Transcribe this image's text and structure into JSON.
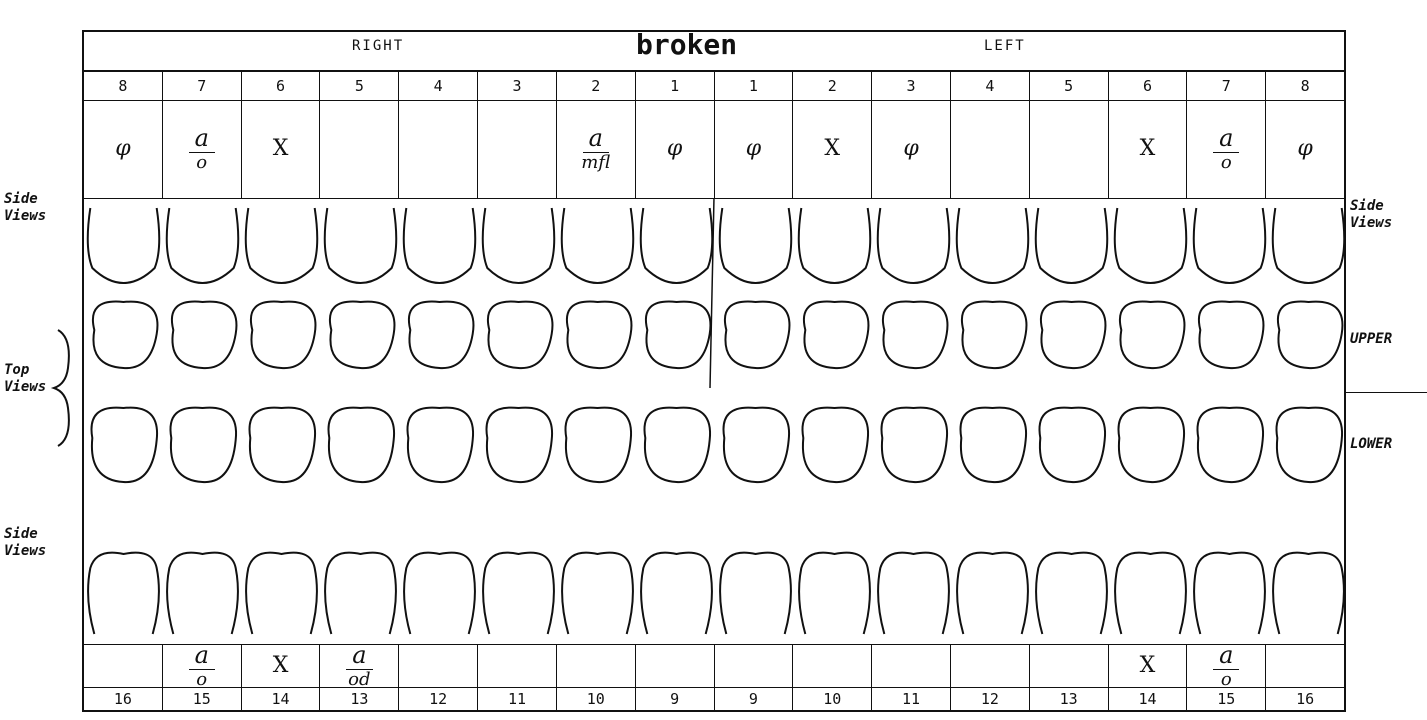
{
  "header": {
    "right_label": "RIGHT",
    "title": "broken",
    "left_label": "LEFT"
  },
  "upper_numbers": [
    "8",
    "7",
    "6",
    "5",
    "4",
    "3",
    "2",
    "1",
    "1",
    "2",
    "3",
    "4",
    "5",
    "6",
    "7",
    "8"
  ],
  "upper_marks": [
    {
      "type": "text",
      "value": "𝜑"
    },
    {
      "type": "frac",
      "top": "a",
      "bottom": "o"
    },
    {
      "type": "text",
      "value": "X"
    },
    {
      "type": "empty"
    },
    {
      "type": "empty"
    },
    {
      "type": "empty"
    },
    {
      "type": "frac",
      "top": "a",
      "bottom": "mfl"
    },
    {
      "type": "text",
      "value": "𝜑"
    },
    {
      "type": "text",
      "value": "𝜑"
    },
    {
      "type": "text",
      "value": "X"
    },
    {
      "type": "text",
      "value": "𝜑"
    },
    {
      "type": "empty"
    },
    {
      "type": "empty"
    },
    {
      "type": "text",
      "value": "X"
    },
    {
      "type": "frac",
      "top": "a",
      "bottom": "o"
    },
    {
      "type": "text",
      "value": "𝜑"
    }
  ],
  "lower_marks": [
    {
      "type": "empty"
    },
    {
      "type": "frac",
      "top": "a",
      "bottom": "o"
    },
    {
      "type": "text",
      "value": "X"
    },
    {
      "type": "frac",
      "top": "a",
      "bottom": "od"
    },
    {
      "type": "empty"
    },
    {
      "type": "empty"
    },
    {
      "type": "empty"
    },
    {
      "type": "empty"
    },
    {
      "type": "empty"
    },
    {
      "type": "empty"
    },
    {
      "type": "empty"
    },
    {
      "type": "empty"
    },
    {
      "type": "empty"
    },
    {
      "type": "text",
      "value": "X"
    },
    {
      "type": "frac",
      "top": "a",
      "bottom": "o"
    },
    {
      "type": "empty"
    }
  ],
  "lower_numbers": [
    "16",
    "15",
    "14",
    "13",
    "12",
    "11",
    "10",
    "9",
    "9",
    "10",
    "11",
    "12",
    "13",
    "14",
    "15",
    "16"
  ],
  "left_labels": {
    "side_views_top": [
      "Side",
      "Views"
    ],
    "top_views": [
      "Top",
      "Views"
    ],
    "side_views_bottom": [
      "Side",
      "Views"
    ]
  },
  "right_labels": {
    "side_views": [
      "Side",
      "Views"
    ],
    "upper": "UPPER",
    "lower": "LOWER"
  }
}
